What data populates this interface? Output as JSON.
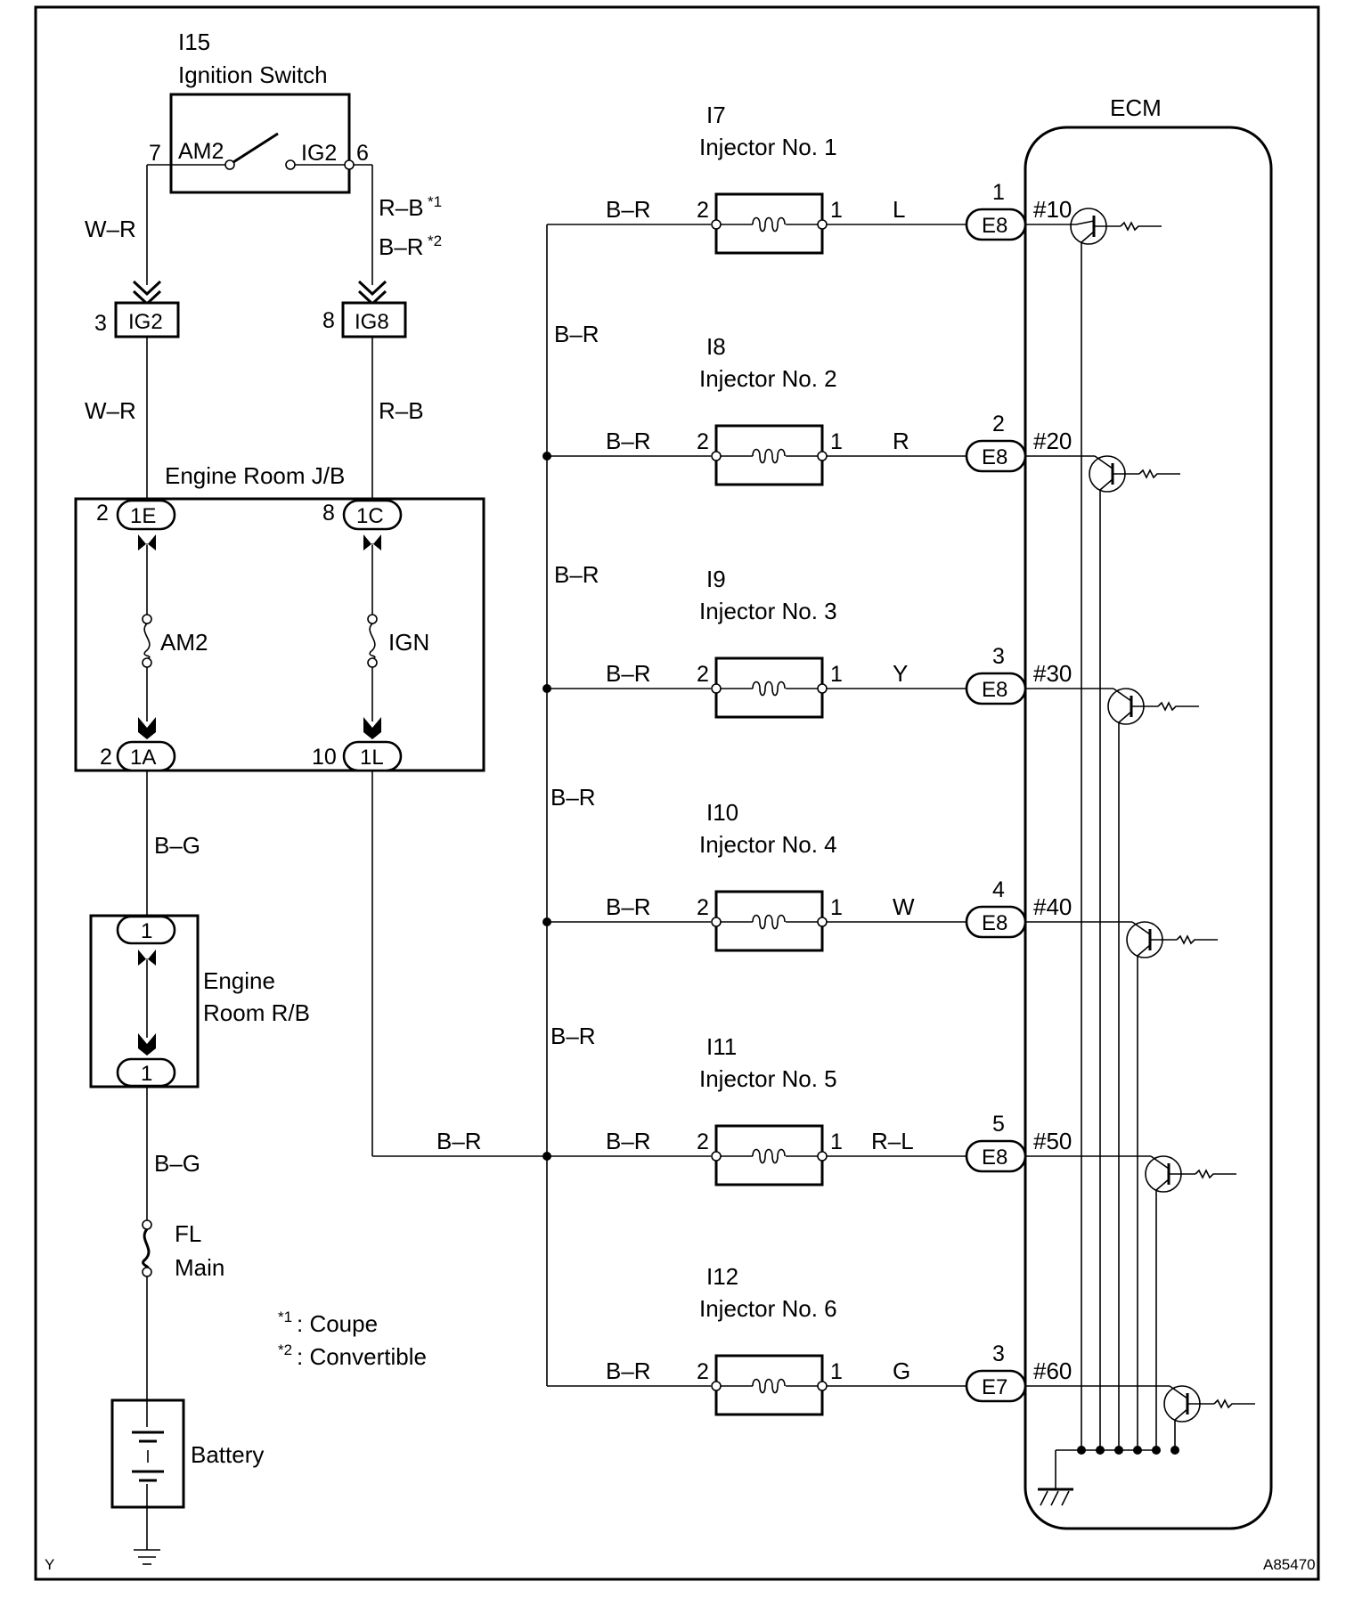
{
  "corner": {
    "left": "Y",
    "right": "A85470"
  },
  "ignition_switch": {
    "code": "I15",
    "name": "Ignition Switch",
    "pin_left": "7",
    "pin_right": "6",
    "am2": "AM2",
    "ig2": "IG2"
  },
  "left_wires": {
    "wr_top": "W–R",
    "wr_mid": "W–R",
    "rb_top": "R–B",
    "rb_sup": "*1",
    "br_top": "B–R",
    "br_sup": "*2",
    "rb_mid": "R–B",
    "bg_upper": "B–G",
    "bg_lower": "B–G",
    "br_bottom": "B–R"
  },
  "connectors_top": [
    {
      "pin": "3",
      "label": "IG2"
    },
    {
      "pin": "8",
      "label": "IG8"
    }
  ],
  "junction_block": {
    "title": "Engine Room J/B",
    "top_left": {
      "pin": "2",
      "label": "1E"
    },
    "top_right": {
      "pin": "8",
      "label": "1C"
    },
    "bottom_left": {
      "pin": "2",
      "label": "1A"
    },
    "bottom_right": {
      "pin": "10",
      "label": "1L"
    },
    "fuse_left": "AM2",
    "fuse_right": "IGN"
  },
  "relay_block": {
    "name_line1": "Engine",
    "name_line2": "Room R/B",
    "top_pin": "1",
    "bottom_pin": "1"
  },
  "fusible_link": {
    "line1": "FL",
    "line2": "Main"
  },
  "battery": {
    "label": "Battery"
  },
  "notes": [
    {
      "sup": "*1",
      "text": ": Coupe"
    },
    {
      "sup": "*2",
      "text": ": Convertible"
    }
  ],
  "bus_labels": [
    "B–R",
    "B–R",
    "B–R",
    "B–R"
  ],
  "injectors": [
    {
      "code": "I7",
      "name": "Injector No. 1",
      "feed": "B–R",
      "pin_in": "2",
      "pin_out": "1",
      "wire": "L",
      "ecm_pin": "1",
      "connector": "E8",
      "terminal": "#10"
    },
    {
      "code": "I8",
      "name": "Injector No. 2",
      "feed": "B–R",
      "pin_in": "2",
      "pin_out": "1",
      "wire": "R",
      "ecm_pin": "2",
      "connector": "E8",
      "terminal": "#20"
    },
    {
      "code": "I9",
      "name": "Injector No. 3",
      "feed": "B–R",
      "pin_in": "2",
      "pin_out": "1",
      "wire": "Y",
      "ecm_pin": "3",
      "connector": "E8",
      "terminal": "#30"
    },
    {
      "code": "I10",
      "name": "Injector No. 4",
      "feed": "B–R",
      "pin_in": "2",
      "pin_out": "1",
      "wire": "W",
      "ecm_pin": "4",
      "connector": "E8",
      "terminal": "#40"
    },
    {
      "code": "I11",
      "name": "Injector No. 5",
      "feed": "B–R",
      "pin_in": "2",
      "pin_out": "1",
      "wire": "R–L",
      "ecm_pin": "5",
      "connector": "E8",
      "terminal": "#50"
    },
    {
      "code": "I12",
      "name": "Injector No. 6",
      "feed": "B–R",
      "pin_in": "2",
      "pin_out": "1",
      "wire": "G",
      "ecm_pin": "3",
      "connector": "E7",
      "terminal": "#60"
    }
  ],
  "ecm": {
    "label": "ECM"
  }
}
